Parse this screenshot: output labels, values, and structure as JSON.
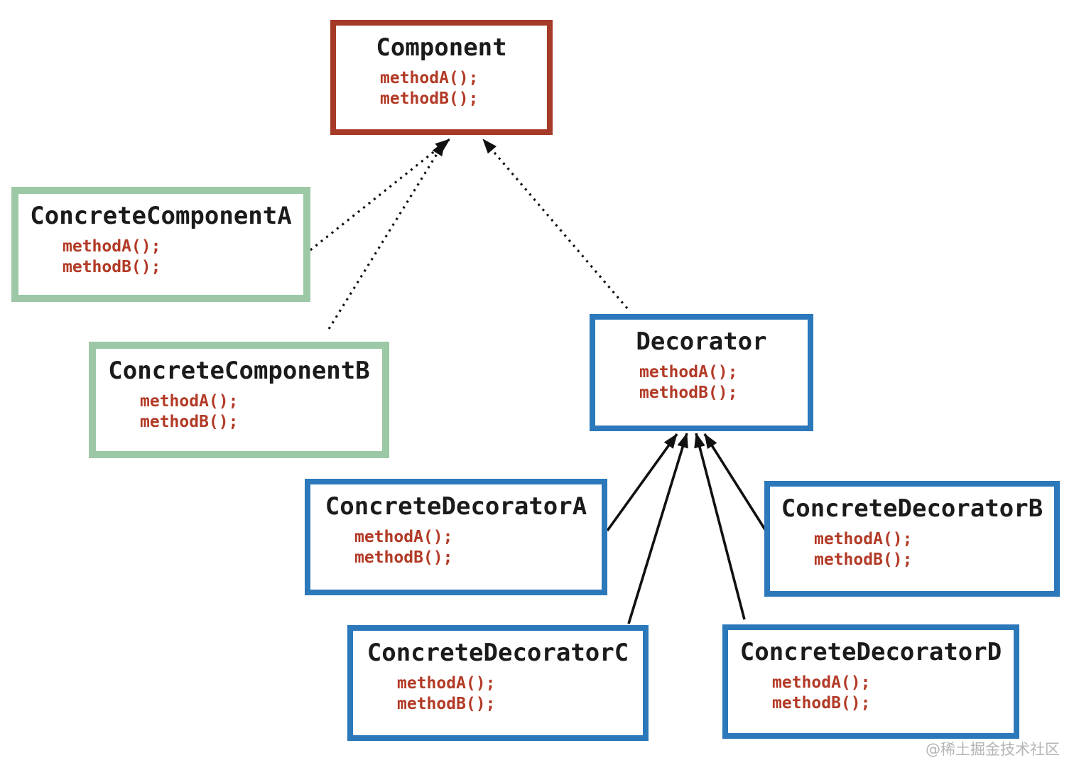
{
  "diagram": {
    "pattern": "Decorator UML class diagram",
    "classes": [
      {
        "name": "Component",
        "methods": [
          "methodA();",
          "methodB();"
        ],
        "role": "abstract-component",
        "border_color": "#A63A28"
      },
      {
        "name": "ConcreteComponentA",
        "methods": [
          "methodA();",
          "methodB();"
        ],
        "role": "concrete-component",
        "border_color": "#9CC8A6"
      },
      {
        "name": "ConcreteComponentB",
        "methods": [
          "methodA();",
          "methodB();"
        ],
        "role": "concrete-component",
        "border_color": "#9CC8A6"
      },
      {
        "name": "Decorator",
        "methods": [
          "methodA();",
          "methodB();"
        ],
        "role": "abstract-decorator",
        "border_color": "#2B78BB"
      },
      {
        "name": "ConcreteDecoratorA",
        "methods": [
          "methodA();",
          "methodB();"
        ],
        "role": "concrete-decorator",
        "border_color": "#2B78BB"
      },
      {
        "name": "ConcreteDecoratorB",
        "methods": [
          "methodA();",
          "methodB();"
        ],
        "role": "concrete-decorator",
        "border_color": "#2B78BB"
      },
      {
        "name": "ConcreteDecoratorC",
        "methods": [
          "methodA();",
          "methodB();"
        ],
        "role": "concrete-decorator",
        "border_color": "#2B78BB"
      },
      {
        "name": "ConcreteDecoratorD",
        "methods": [
          "methodA();",
          "methodB();"
        ],
        "role": "concrete-decorator",
        "border_color": "#2B78BB"
      }
    ],
    "relations": [
      {
        "from": "ConcreteComponentA",
        "to": "Component",
        "type": "dotted-arrow"
      },
      {
        "from": "ConcreteComponentB",
        "to": "Component",
        "type": "dotted-arrow"
      },
      {
        "from": "Decorator",
        "to": "Component",
        "type": "dotted-arrow"
      },
      {
        "from": "ConcreteDecoratorA",
        "to": "Decorator",
        "type": "solid-arrow"
      },
      {
        "from": "ConcreteDecoratorC",
        "to": "Decorator",
        "type": "solid-arrow"
      },
      {
        "from": "ConcreteDecoratorD",
        "to": "Decorator",
        "type": "solid-arrow"
      },
      {
        "from": "ConcreteDecoratorB",
        "to": "Decorator",
        "type": "solid-arrow"
      }
    ],
    "colors": {
      "abstract_component_border": "#A63A28",
      "concrete_component_border": "#9CC8A6",
      "decorator_border": "#2B78BB",
      "method_text": "#B23A26",
      "title_text": "#1b1b1b",
      "arrow": "#111111"
    },
    "watermark": "@稀土掘金技术社区"
  }
}
